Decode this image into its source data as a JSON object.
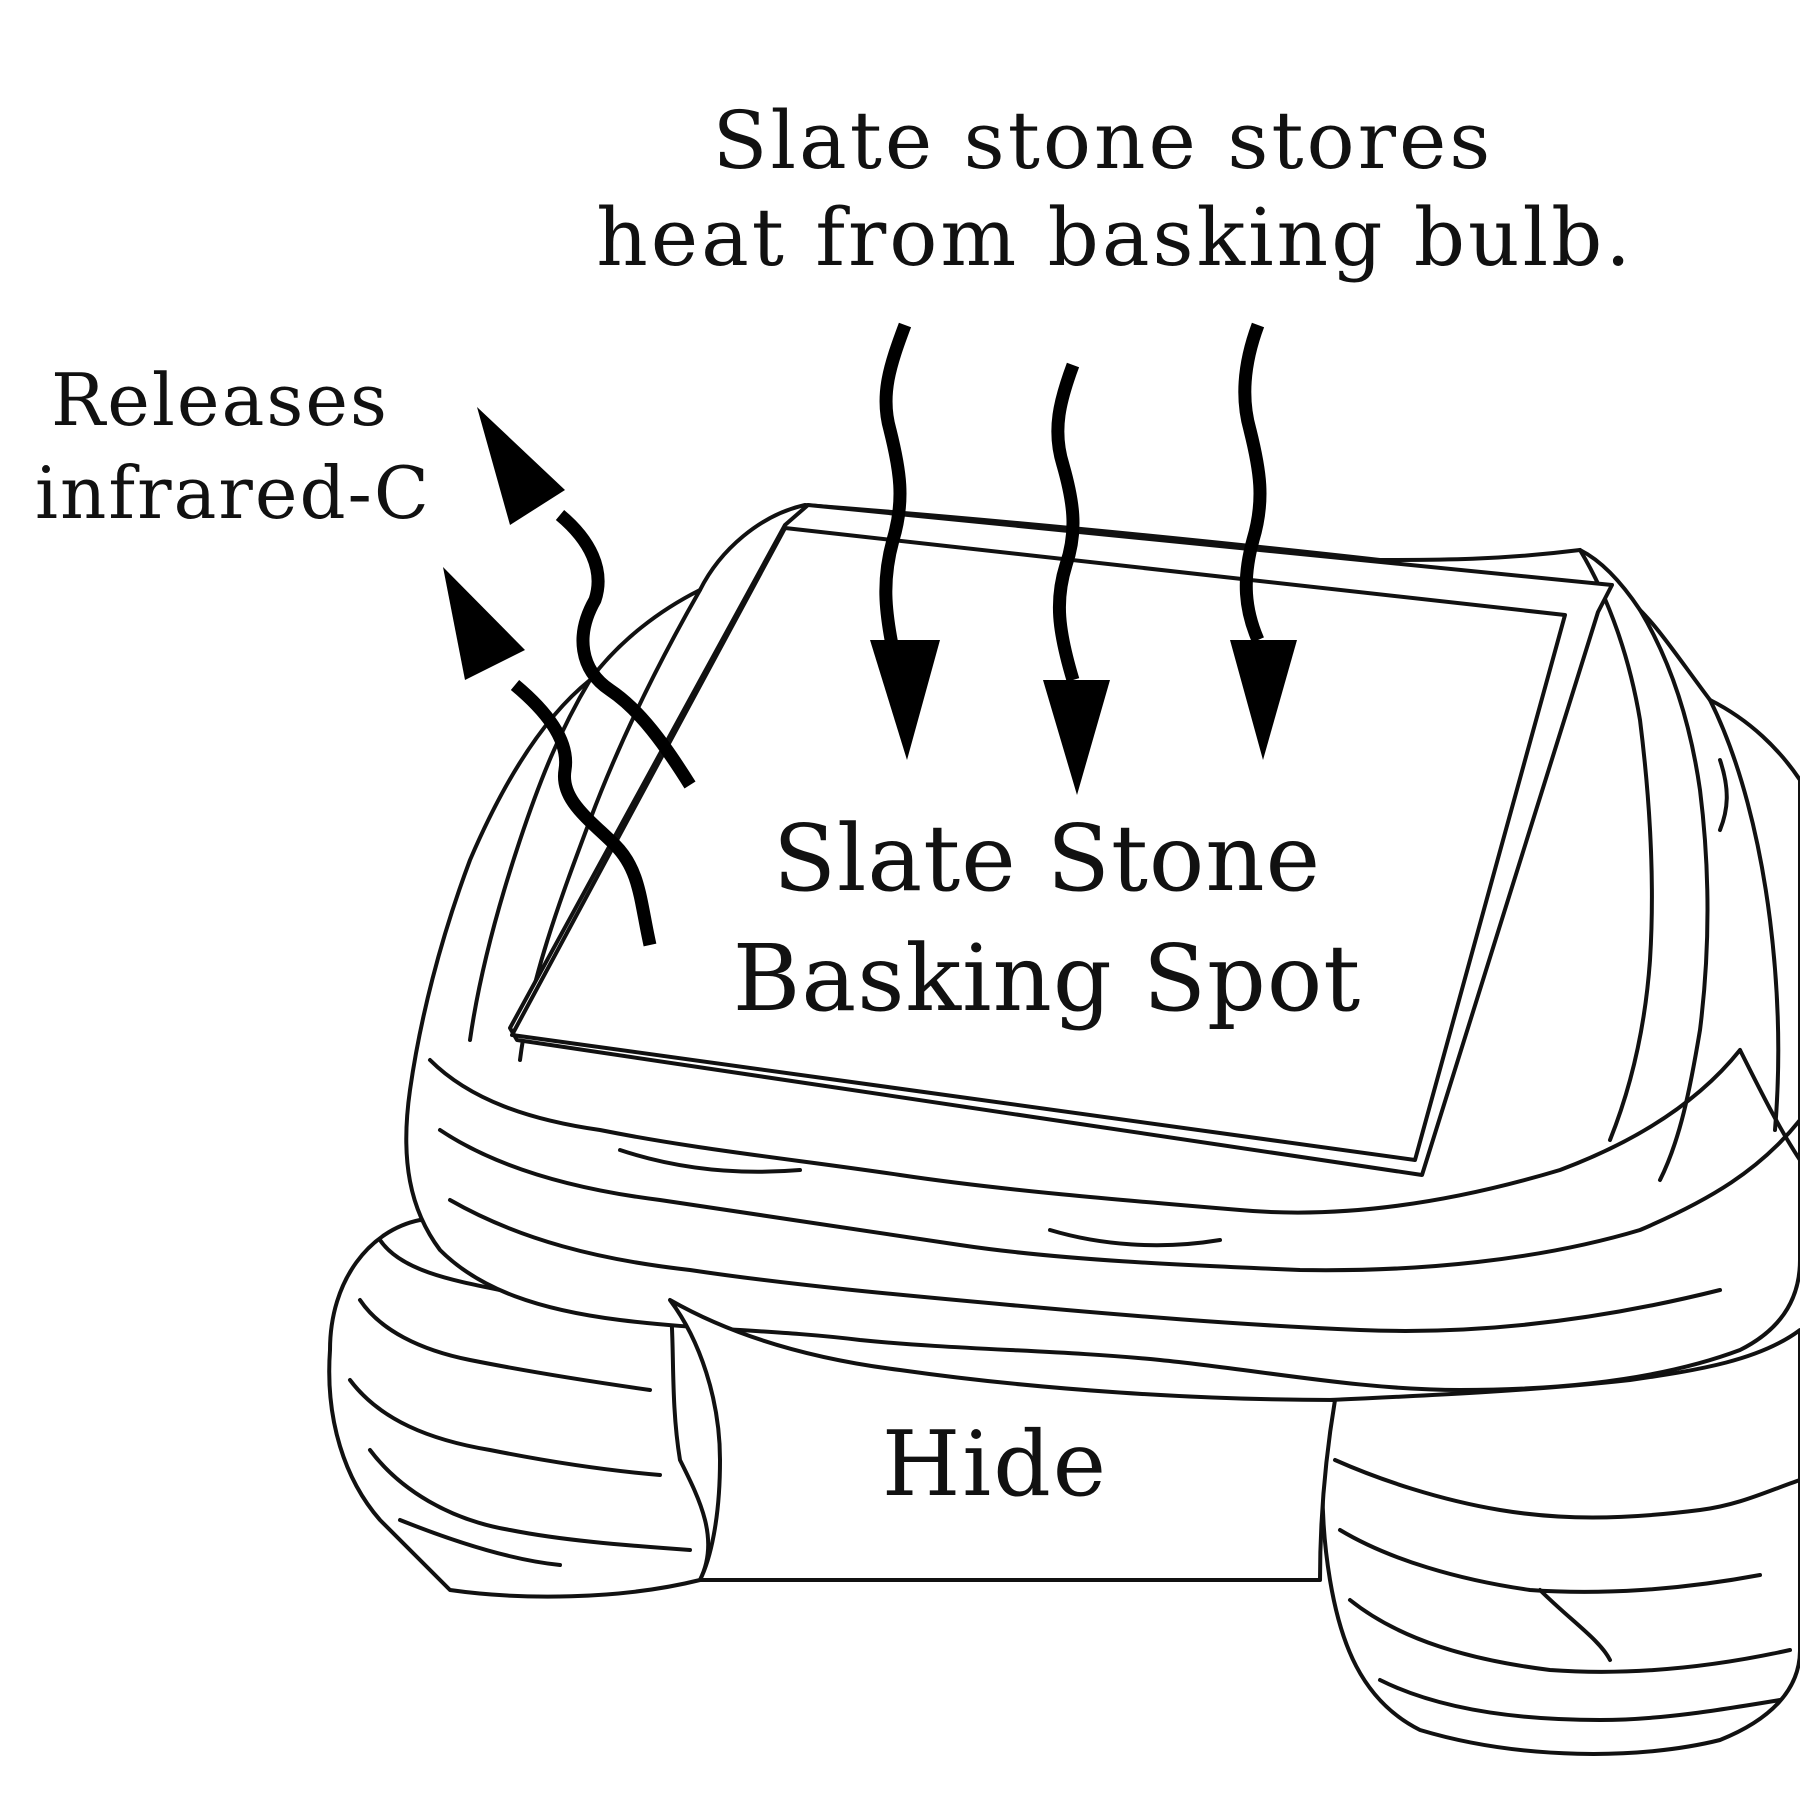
{
  "labels": {
    "heat_source_line1": "Slate stone stores",
    "heat_source_line2": "heat from basking bulb.",
    "release_line1": "Releases",
    "release_line2": "infrared-C",
    "slab_line1": "Slate Stone",
    "slab_line2": "Basking Spot",
    "hide": "Hide"
  },
  "icons": {
    "incoming_heat": "wavy-down-arrow",
    "outgoing_infrared": "wavy-up-arrow"
  },
  "colors": {
    "line": "#111111",
    "background": "#ffffff"
  }
}
